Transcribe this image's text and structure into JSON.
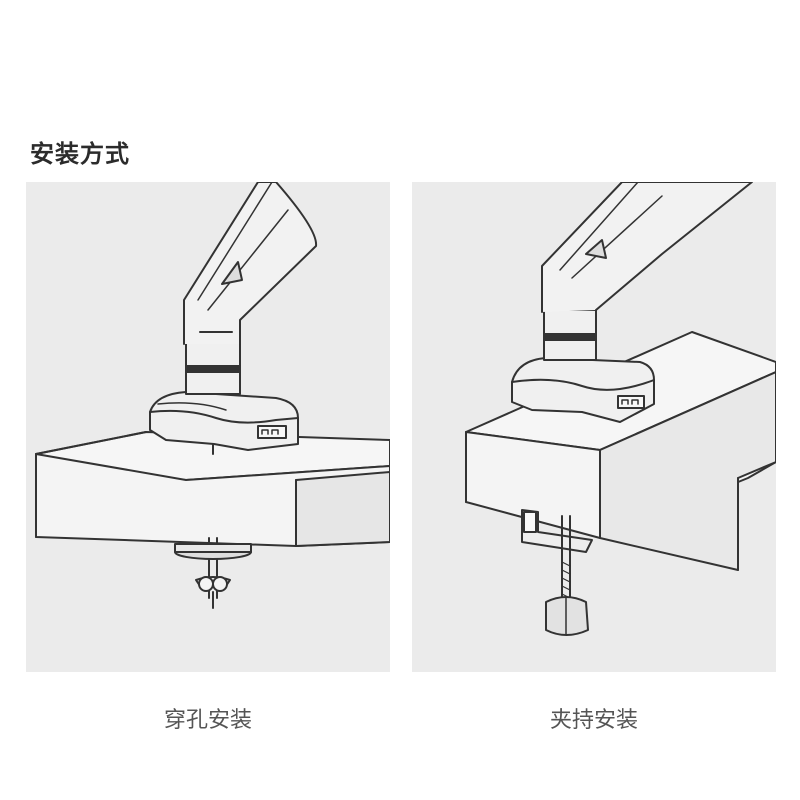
{
  "section": {
    "title": "安装方式"
  },
  "methods": [
    {
      "label": "穿孔安装",
      "icon": "grommet-mount-illustration"
    },
    {
      "label": "夹持安装",
      "icon": "clamp-mount-illustration"
    }
  ],
  "colors": {
    "panel_background": "#ebebeb",
    "line": "#333333",
    "desk_face": "#f4f4f4"
  }
}
